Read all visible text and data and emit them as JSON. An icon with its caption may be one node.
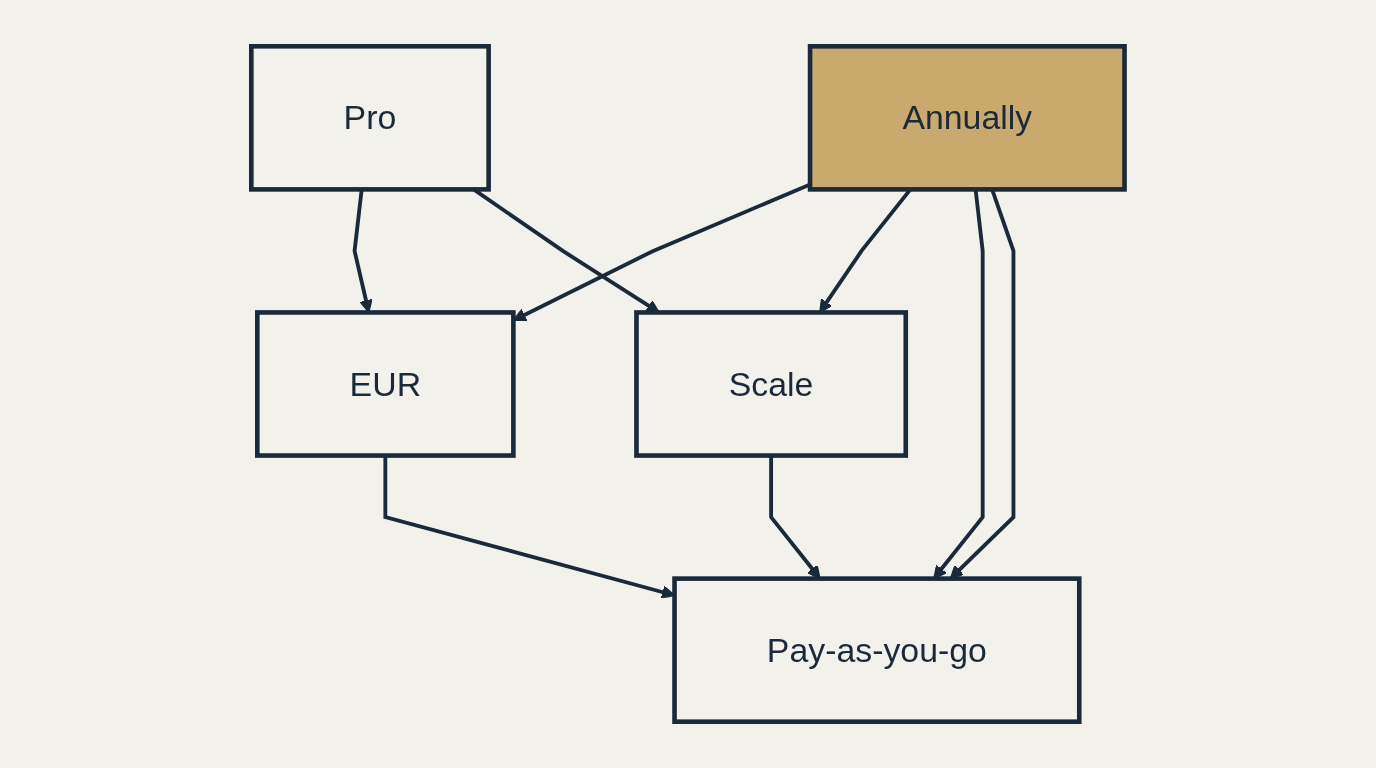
{
  "diagram": {
    "nodes": [
      {
        "text": [
          "Pro"
        ]
      },
      {
        "text": [
          "EUR"
        ]
      },
      {
        "text": [
          "Annually"
        ]
      },
      {
        "text": [
          "Scale"
        ]
      },
      {
        "text": [
          "Pay-as-you-go"
        ]
      }
    ],
    "edges": [
      {
        "from": 0,
        "to": 1,
        "arrow": "to"
      },
      {
        "from": 2,
        "to": 1,
        "arrow": "to"
      },
      {
        "from": 0,
        "to": 3,
        "arrow": "to"
      },
      {
        "from": 2,
        "to": 3,
        "arrow": "to"
      },
      {
        "from": 1,
        "to": 4,
        "arrow": "to"
      },
      {
        "from": 2,
        "to": 4,
        "arrow": "to"
      },
      {
        "from": 3,
        "to": 4,
        "arrow": "to"
      },
      {
        "from": 2,
        "to": 4,
        "arrow": "to"
      }
    ]
  }
}
